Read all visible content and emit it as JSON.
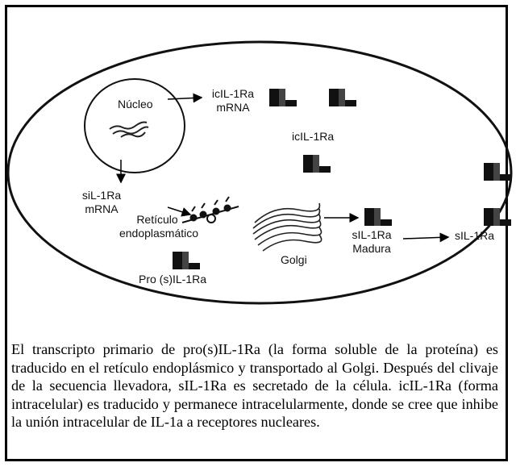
{
  "diagram": {
    "labels": {
      "nucleus": "Núcleo",
      "ic_mrna_line1": "icIL-1Ra",
      "ic_mrna_line2": "mRNA",
      "ic_protein": "icIL-1Ra",
      "si_mrna_line1": "siL-1Ra",
      "si_mrna_line2": "mRNA",
      "er_line1": "Retículo",
      "er_line2": "endoplasmático",
      "golgi": "Golgi",
      "pro": "Pro (s)IL-1Ra",
      "mature_line1": "sIL-1Ra",
      "mature_line2": "Madura",
      "secreted": "sIL-1Ra"
    },
    "icons": [
      "protein-block-icon",
      "arrow-icon",
      "ribosome-icon",
      "golgi-stack-icon",
      "mrna-strand-icon"
    ]
  },
  "caption": "El transcripto primario de pro(s)IL-1Ra (la forma soluble de la proteína) es traducido en el retículo endoplásmico y transportado al Golgi. Después del clivaje de la secuencia llevadora, sIL-1Ra es secretado de la célula. icIL-1Ra (forma intracelular) es traducido y permanece intracelularmente, donde se cree que inhibe la unión intracelular de IL-1a a receptores nucleares."
}
